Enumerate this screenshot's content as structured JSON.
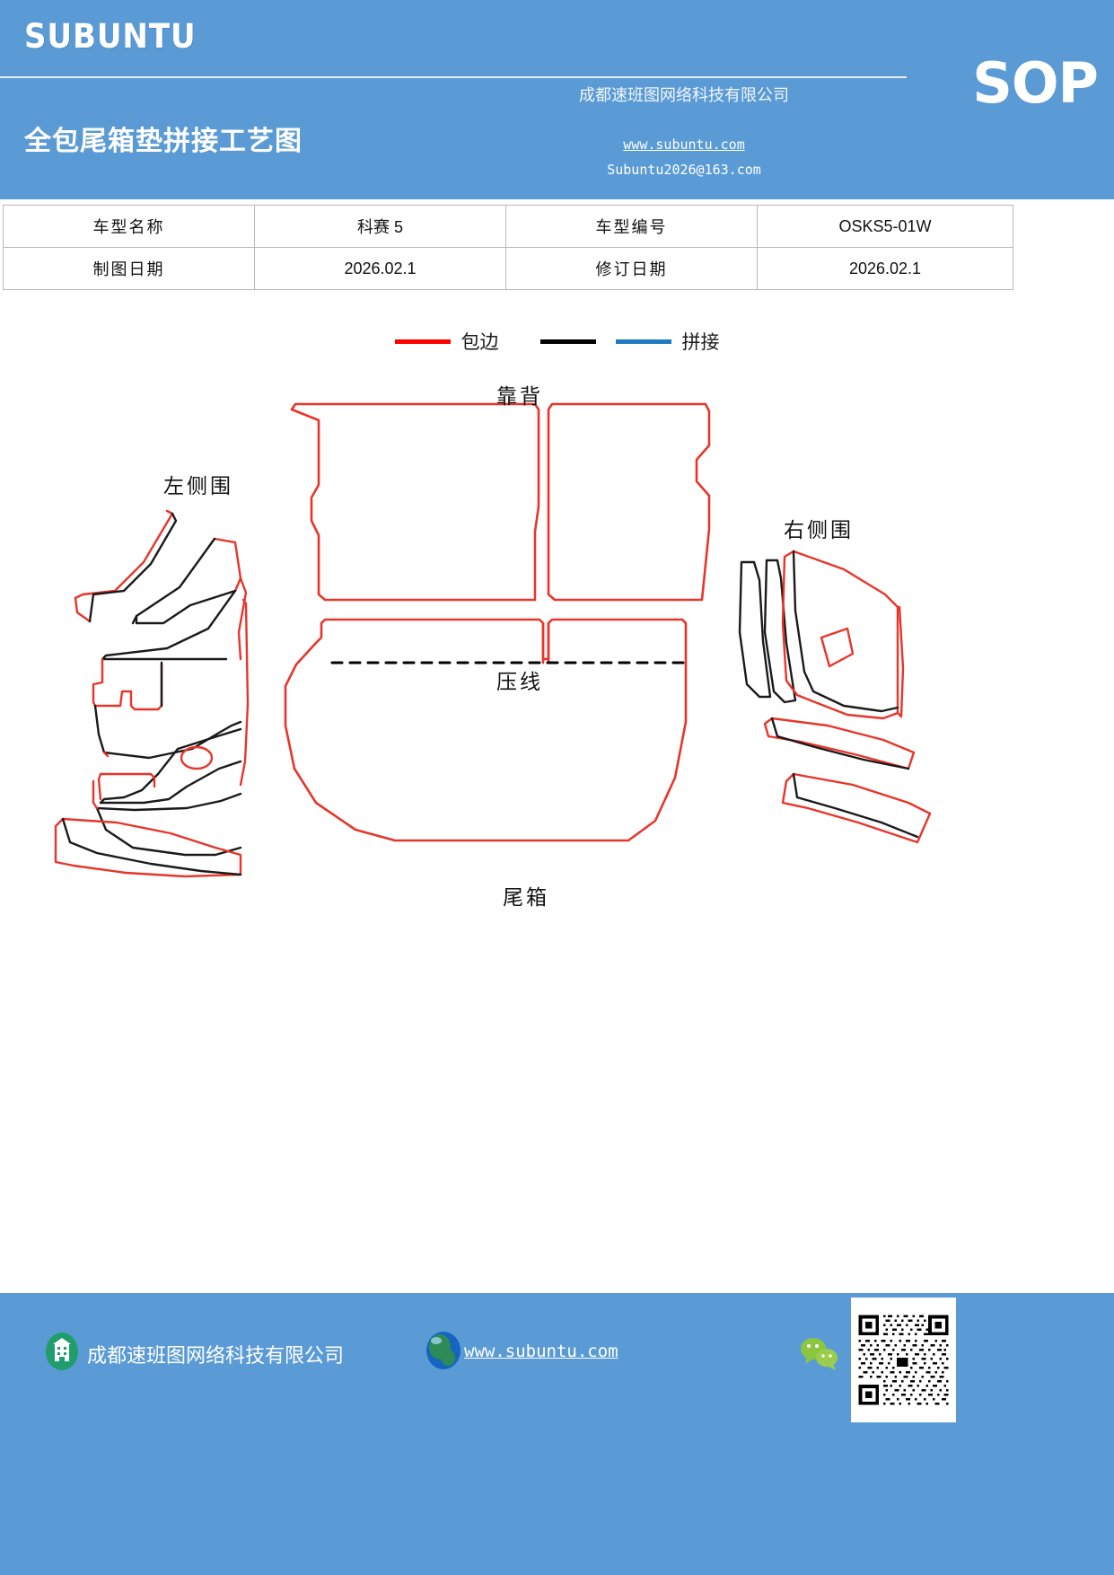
{
  "header": {
    "brand": "SUBUNTU",
    "badge": "SOP",
    "doc_title": "全包尾箱垫拼接工艺图",
    "company": "成都速班图网络科技有限公司",
    "website": "www.subuntu.com",
    "email": "Subuntu2026@163.com",
    "bg_color": "#5b9bd5"
  },
  "info_table": {
    "rows": [
      {
        "label_1": "车型名称",
        "value_1": "科赛 5",
        "label_2": "车型编号",
        "value_2": "OSKS5-01W"
      },
      {
        "label_1": "制图日期",
        "value_1": "2026.02.1",
        "label_2": "修订日期",
        "value_2": "2026.02.1"
      }
    ]
  },
  "legend": {
    "items": [
      {
        "label": "包边",
        "color": "#ff0000",
        "name": "edge-binding"
      },
      {
        "label": "拼接",
        "color": "#000000",
        "name": "splice-black"
      },
      {
        "label": "",
        "color": "#1f7bc0",
        "name": "splice-blue"
      }
    ],
    "splice_label": "拼接"
  },
  "drawing": {
    "labels": {
      "backrest": "靠背",
      "left_side": "左侧围",
      "right_side": "右侧围",
      "press_line": "压线",
      "trunk": "尾箱"
    },
    "colors": {
      "binding": "#e8352a",
      "splice": "#1a1a1a",
      "press": "#000000"
    }
  },
  "footer": {
    "company": "成都速班图网络科技有限公司",
    "website": "www.subuntu.com",
    "bg_color": "#5b9bd5"
  }
}
